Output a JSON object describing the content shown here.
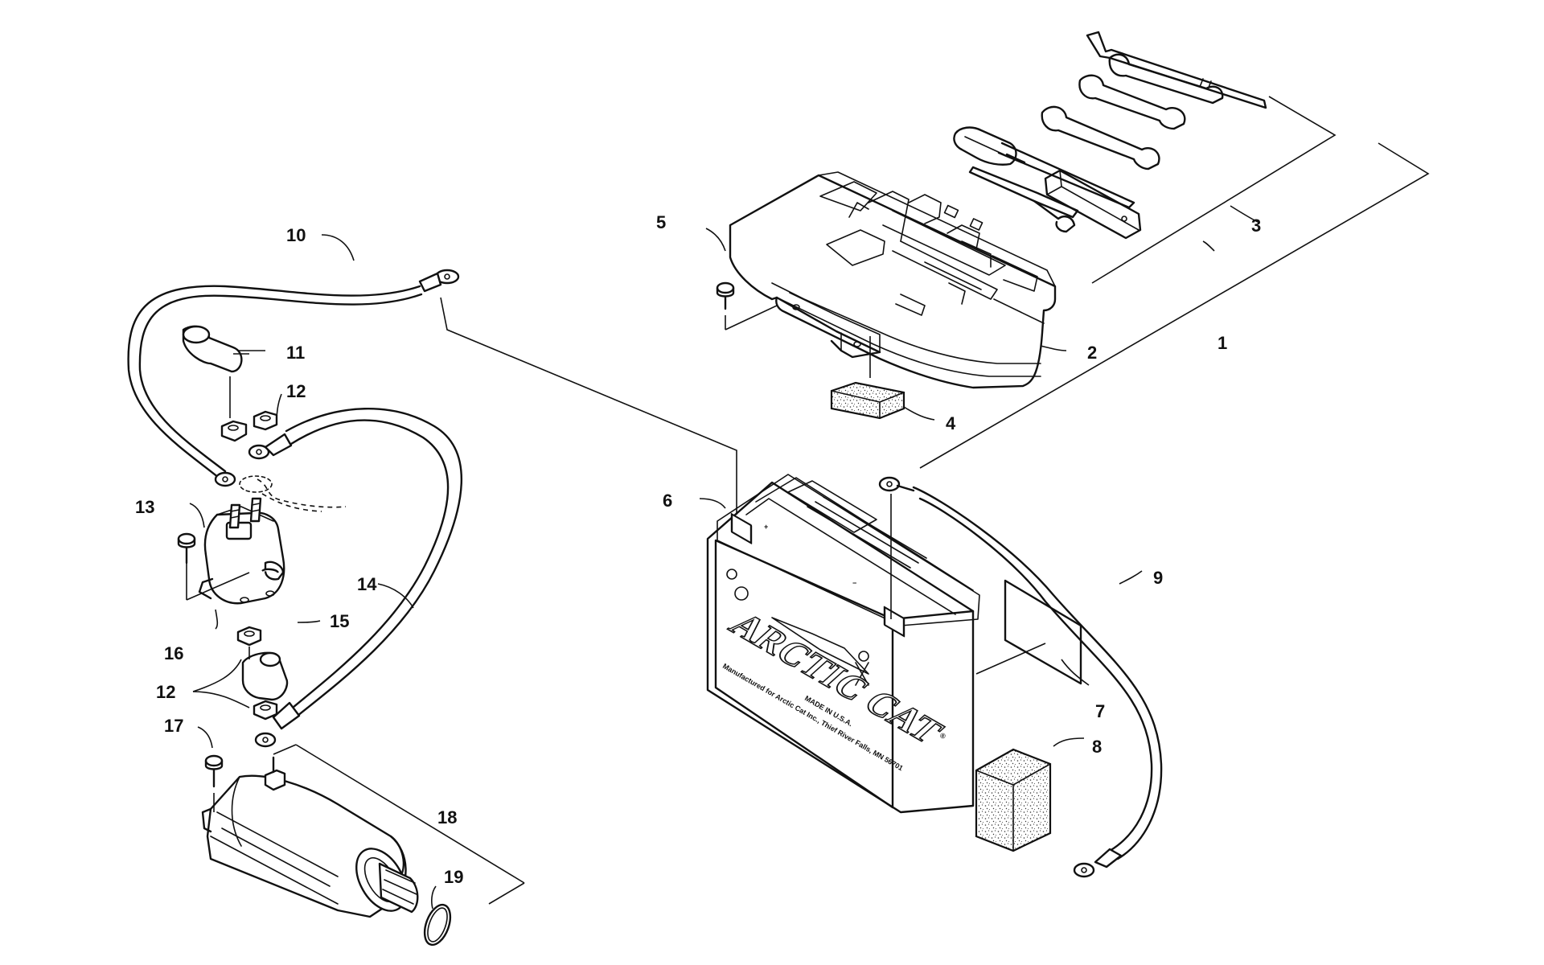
{
  "callouts": [
    {
      "id": "1",
      "label": "1"
    },
    {
      "id": "2",
      "label": "2"
    },
    {
      "id": "3",
      "label": "3"
    },
    {
      "id": "4",
      "label": "4"
    },
    {
      "id": "5",
      "label": "5"
    },
    {
      "id": "6",
      "label": "6"
    },
    {
      "id": "7",
      "label": "7"
    },
    {
      "id": "8",
      "label": "8"
    },
    {
      "id": "9",
      "label": "9"
    },
    {
      "id": "10",
      "label": "10"
    },
    {
      "id": "11",
      "label": "11"
    },
    {
      "id": "12a",
      "label": "12"
    },
    {
      "id": "12b",
      "label": "12"
    },
    {
      "id": "13",
      "label": "13"
    },
    {
      "id": "14",
      "label": "14"
    },
    {
      "id": "15",
      "label": "15"
    },
    {
      "id": "16",
      "label": "16"
    },
    {
      "id": "17",
      "label": "17"
    },
    {
      "id": "18",
      "label": "18"
    },
    {
      "id": "19",
      "label": "19"
    }
  ],
  "battery": {
    "brand": "ARCTIC CAT",
    "registered": "®",
    "maker_line1": "Manufactured for Arctic Cat Inc., Thief River Falls, MN 56701",
    "maker_line2": "MADE IN U.S.A.",
    "plus_sign": "+",
    "minus_sign": "−"
  }
}
